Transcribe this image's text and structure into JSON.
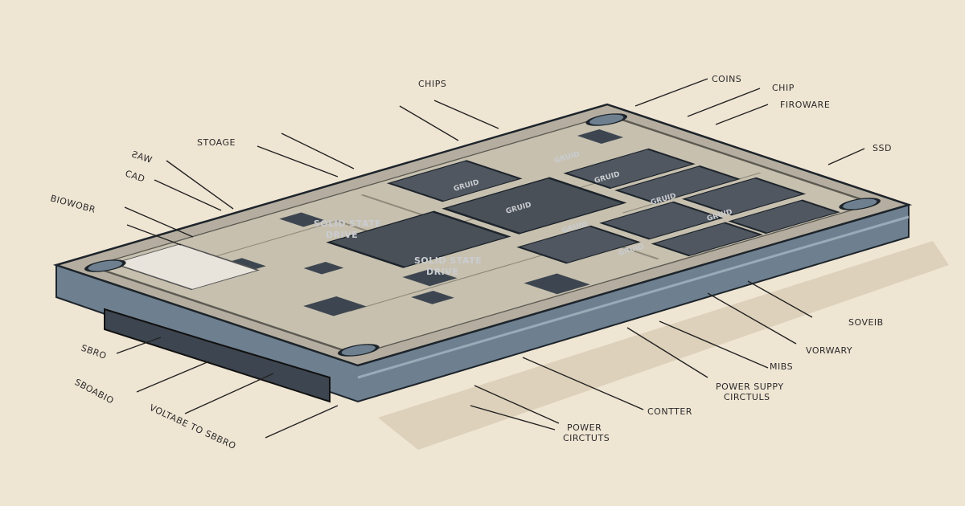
{
  "colors": {
    "background": "#efe5d3",
    "board": "#c7c0af",
    "casing": "#6e8090",
    "chip": "#4a5058",
    "connector": "#3d4650"
  },
  "labels": {
    "chips": "CHIPS",
    "coins": "COINS",
    "chip": "CHIP",
    "firoware": "FIROWARE",
    "ssd": "SSD",
    "storage": "STOAGE",
    "saw": "ƧAW",
    "cad": "CAD",
    "biowobr": "BIOWOBR",
    "soveib": "SOVEIB",
    "vorwary": "VORWARY",
    "mibs": "MIBS",
    "power_supply_1": "POWER SUPPY",
    "power_supply_2": "CIRCTULS",
    "contter": "CONTTER",
    "power_1": "POWER",
    "power_2": "CIRCTUTS",
    "sbro": "SBRO",
    "sboabio": "SBOABIO",
    "voltabe": "VOLTABE TO SBBRO"
  },
  "chip_text": {
    "big_1_line1": "SOLID STATE",
    "big_1_line2": "DRIVE",
    "big_2_line1": "SOLID STATE",
    "big_2_line2": "DRIVE",
    "memory": "GRUID"
  }
}
